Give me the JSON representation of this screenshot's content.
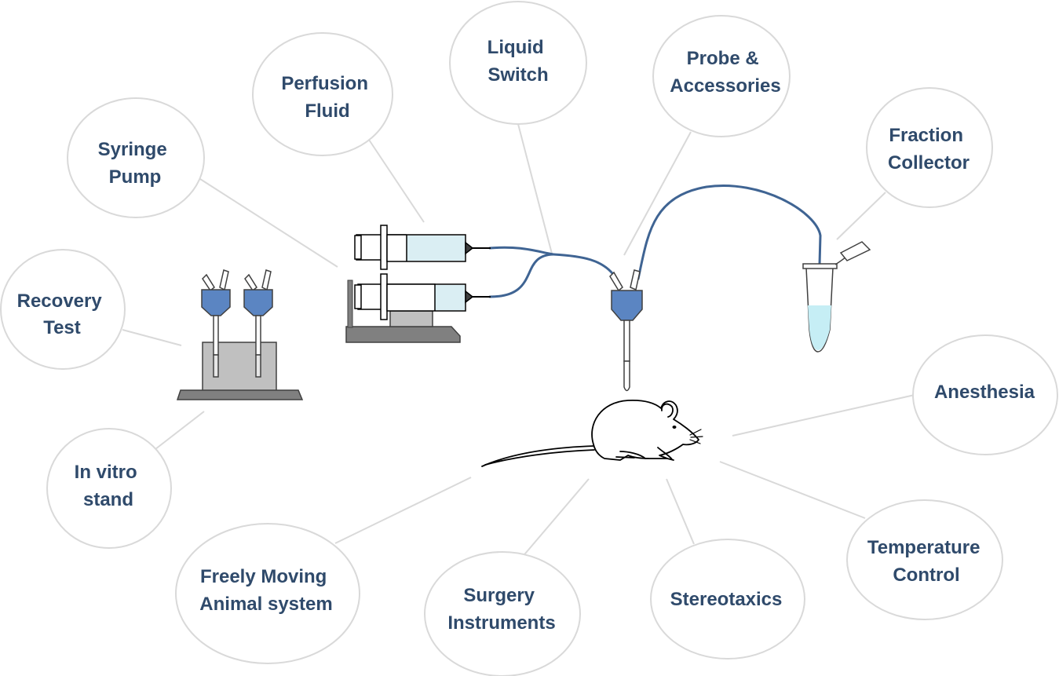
{
  "colors": {
    "label_text": "#2f4a6b",
    "bubble_stroke": "#d9d9d9",
    "connector_line": "#d9d9d9",
    "tubing": "#3f6493",
    "probe_head": "#5b85c2",
    "pump_base": "#808080",
    "syringe_fluid": "#daeef3",
    "vial_fluid": "#c6eef5",
    "stand_block": "#c0c0c0"
  },
  "bubbles": [
    {
      "id": "liquid-switch",
      "lines": [
        "Liquid",
        "Switch"
      ]
    },
    {
      "id": "probe-accessories",
      "lines": [
        "Probe &",
        "Accessories"
      ]
    },
    {
      "id": "perfusion-fluid",
      "lines": [
        "Perfusion",
        "Fluid"
      ]
    },
    {
      "id": "syringe-pump",
      "lines": [
        "Syringe",
        "Pump"
      ]
    },
    {
      "id": "fraction-collector",
      "lines": [
        "Fraction",
        "Collector"
      ]
    },
    {
      "id": "recovery-test",
      "lines": [
        "Recovery",
        "Test"
      ]
    },
    {
      "id": "anesthesia",
      "lines": [
        "Anesthesia"
      ]
    },
    {
      "id": "in-vitro-stand",
      "lines": [
        "In vitro",
        "stand"
      ]
    },
    {
      "id": "temperature-control",
      "lines": [
        "Temperature",
        "Control"
      ]
    },
    {
      "id": "freely-moving",
      "lines": [
        "Freely Moving",
        "Animal system"
      ]
    },
    {
      "id": "surgery-instruments",
      "lines": [
        "Surgery",
        "Instruments"
      ]
    },
    {
      "id": "stereotaxics",
      "lines": [
        "Stereotaxics"
      ]
    }
  ],
  "icons": {
    "syringe_pump": "syringe-pump-icon",
    "in_vitro_stand": "in-vitro-stand-icon",
    "probe": "microdialysis-probe-icon",
    "tube": "fraction-tube-icon",
    "mouse": "mouse-icon",
    "tubing": "tubing-icon"
  }
}
